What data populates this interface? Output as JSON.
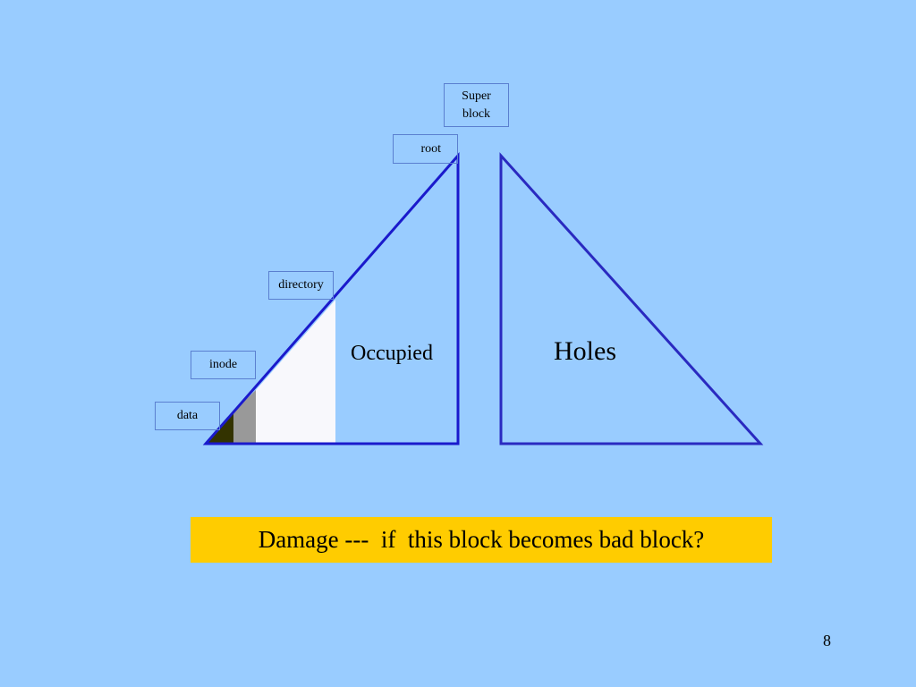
{
  "labels": {
    "superblock_line1": "Super",
    "superblock_line2": "block",
    "root": "root",
    "directory": "directory",
    "inode": "inode",
    "data": "data"
  },
  "regions": {
    "occupied": "Occupied",
    "holes": "Holes"
  },
  "damage_question": "Damage ---  if  this block becomes bad block?",
  "page_number": "8",
  "colors": {
    "background": "#99ccff",
    "triangle_stroke": "#1a1acc",
    "directory_fill": "#f8f8fc",
    "inode_fill": "#999999",
    "data_fill": "#333300",
    "damage_banner": "#ffcc00"
  }
}
